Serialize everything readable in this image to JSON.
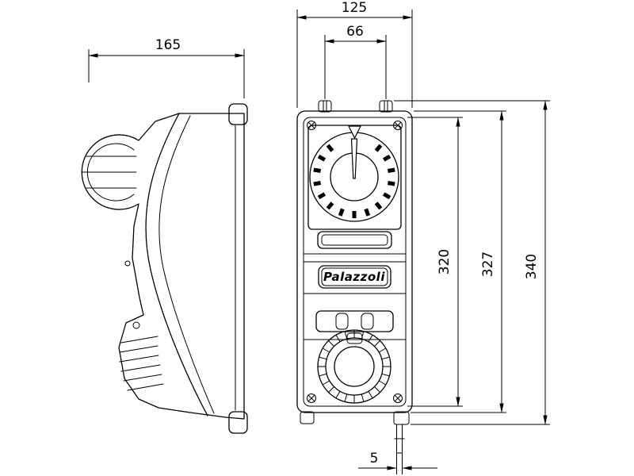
{
  "brand": "Palazzoli",
  "dims": {
    "depth": "165",
    "width": "125",
    "mount_spacing": "66",
    "height_inner": "320",
    "height_body": "327",
    "height_overall": "340",
    "bottom_offset": "5"
  },
  "colors": {
    "line": "#000000",
    "background": "#ffffff"
  }
}
